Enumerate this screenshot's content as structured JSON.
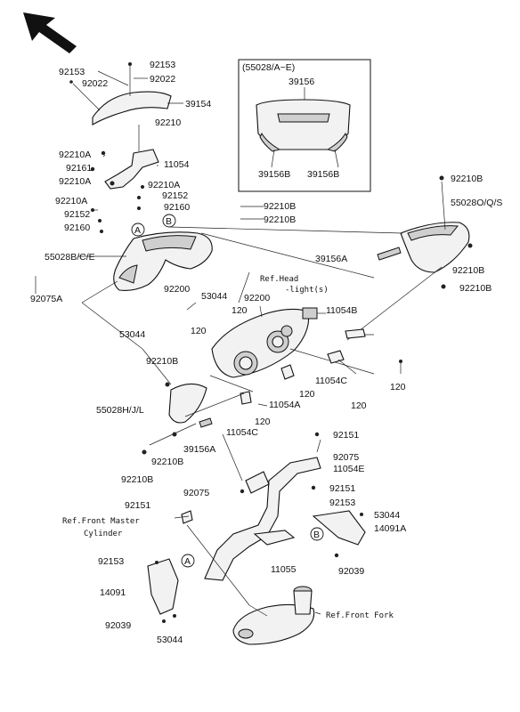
{
  "inset": {
    "title": "(55028/A~E)",
    "top_label": "39156",
    "left_label": "39156B",
    "right_label": "39156B"
  },
  "labels": {
    "l92153a": "92153",
    "l92153b": "92153",
    "l92022a": "92022",
    "l92022b": "92022",
    "l39154": "39154",
    "l92210": "92210",
    "l92210A_1": "92210A",
    "l11054_1": "11054",
    "l92161": "92161",
    "l92210A_2": "92210A",
    "l92210A_3": "92210A",
    "l92152_1": "92152",
    "l92210A_4": "92210A",
    "l92160_1": "92160",
    "l92152_2": "92152",
    "l92160_2": "92160",
    "l92210B_1": "92210B",
    "l92210B_2": "92210B",
    "l92210B_3": "92210B",
    "l55028OQS": "55028O/Q/S",
    "l39156A_1": "39156A",
    "l92210B_4": "92210B",
    "l92210B_5": "92210B",
    "l55028BCE": "55028B/C/E",
    "lRefHead1": "Ref.Head",
    "lRefHead2": "-light(s)",
    "l92075A": "92075A",
    "l92200a": "92200",
    "l53044a": "53044",
    "l92200b": "92200",
    "l120a": "120",
    "l53044b": "53044",
    "l120b": "120",
    "l11054B": "11054B",
    "l92210B_6": "92210B",
    "l55028HJL": "55028H/J/L",
    "l11054C_1": "11054C",
    "l120c": "120",
    "l120d": "120",
    "l120e": "120",
    "l11054A": "11054A",
    "l120f": "120",
    "l11054C_2": "11054C",
    "l39156A_2": "39156A",
    "l92210B_7": "92210B",
    "l92210B_8": "92210B",
    "l92151a": "92151",
    "l92075": "92075",
    "l11054E": "11054E",
    "l92075b": "92075",
    "l92151b": "92151",
    "l92151c": "92151",
    "l92153c": "92153",
    "lRefMaster1": "Ref.Front Master",
    "lRefMaster2": "Cylinder",
    "l53044c": "53044",
    "l14091A": "14091A",
    "l92153d": "92153",
    "l11055": "11055",
    "l92039a": "92039",
    "l14091": "14091",
    "lRefFork": "Ref.Front Fork",
    "l92039b": "92039",
    "l53044d": "53044",
    "circA1": "A",
    "circB1": "B",
    "circA2": "A",
    "circB2": "B"
  }
}
